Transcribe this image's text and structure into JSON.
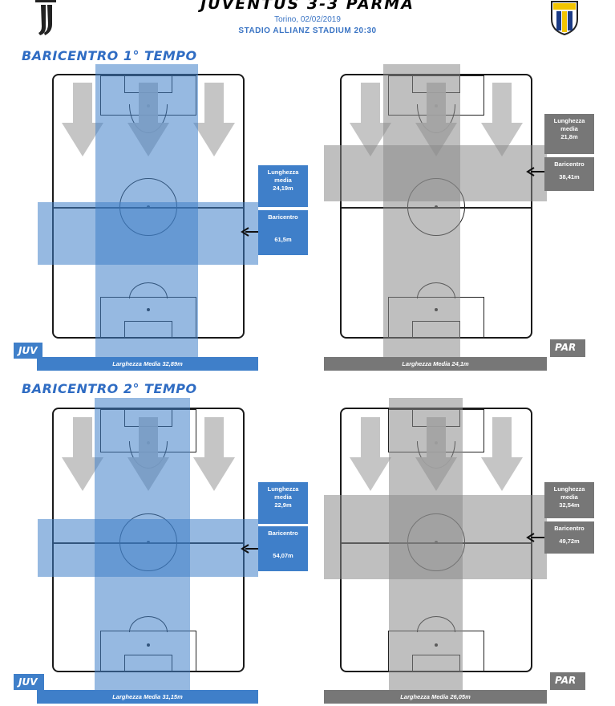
{
  "header": {
    "title": "JUVENTUS 3-3 PARMA",
    "date_line": "Torino, 02/02/2019",
    "stadium_line": "STADIO ALLIANZ STADIUM 20:30"
  },
  "colors": {
    "juv_blue": "#3f7fc9",
    "juv_band": "#6aa1d9",
    "par_gray": "#777777",
    "par_band": "#a8a8a8",
    "title_blue": "#2f6cc3",
    "arrow_gray": "#bfbfbf"
  },
  "halves": [
    {
      "title": "BARICENTRO 1° TEMPO",
      "teams": [
        {
          "tag": "JUV",
          "lunghezza_label": "Lunghezza media",
          "lunghezza_value": "24,19m",
          "baricentro_label": "Baricentro",
          "baricentro_value": "61,5m",
          "larghezza_text": "Larghezza Media 32,89m"
        },
        {
          "tag": "PAR",
          "lunghezza_label": "Lunghezza media",
          "lunghezza_value": "21,8m",
          "baricentro_label": "Baricentro",
          "baricentro_value": "38,41m",
          "larghezza_text": "Larghezza Media 24,1m"
        }
      ]
    },
    {
      "title": "BARICENTRO 2° TEMPO",
      "teams": [
        {
          "tag": "JUV",
          "lunghezza_label": "Lunghezza media",
          "lunghezza_value": "22,9m",
          "baricentro_label": "Baricentro",
          "baricentro_value": "54,07m",
          "larghezza_text": "Larghezza Media 31,15m"
        },
        {
          "tag": "PAR",
          "lunghezza_label": "Lunghezza media",
          "lunghezza_value": "32,54m",
          "baricentro_label": "Baricentro",
          "baricentro_value": "49,72m",
          "larghezza_text": "Larghezza Media 26,05m"
        }
      ]
    }
  ]
}
